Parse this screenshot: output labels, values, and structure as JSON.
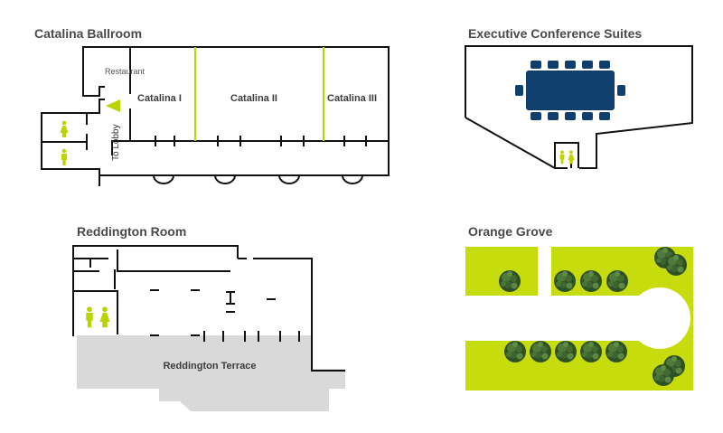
{
  "sections": {
    "catalina": {
      "title": "Catalina Ballroom",
      "restaurant": "Restaurant",
      "to_lobby": "To Lobby",
      "rooms": [
        "Catalina I",
        "Catalina II",
        "Catalina III"
      ]
    },
    "executive": {
      "title": "Executive Conference Suites"
    },
    "reddington": {
      "title": "Reddington Room",
      "terrace": "Reddington Terrace"
    },
    "orange_grove": {
      "title": "Orange Grove"
    }
  },
  "colors": {
    "accent_green": "#bcd300",
    "lime_field": "#c6dc0c",
    "table_navy": "#103f6e",
    "terrace_gray": "#d9d9d9",
    "tree_dark": "#2f4f24",
    "title_text": "#4a4a4a",
    "wall": "#111111"
  },
  "icons": {
    "restroom": "restroom-icon",
    "tree": "tree-icon",
    "lobby_arrow": "arrow-left-icon"
  }
}
